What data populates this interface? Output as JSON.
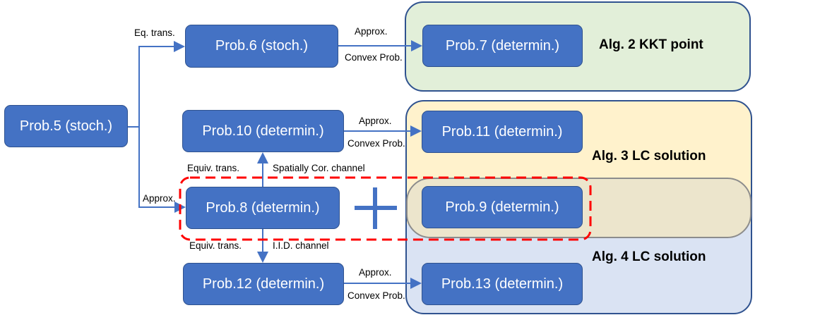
{
  "problems": {
    "p5": "Prob.5 (stoch.)",
    "p6": "Prob.6 (stoch.)",
    "p7": "Prob.7 (determin.)",
    "p8": "Prob.8 (determin.)",
    "p9": "Prob.9 (determin.)",
    "p10": "Prob.10 (determin.)",
    "p11": "Prob.11 (determin.)",
    "p12": "Prob.12 (determin.)",
    "p13": "Prob.13 (determin.)"
  },
  "edges": {
    "eq_trans": "Eq. trans.",
    "approx_5_8": "Approx.",
    "approx_6_7": "Approx.",
    "convex_6_7": "Convex Prob.",
    "approx_10_11": "Approx.",
    "convex_10_11": "Convex Prob.",
    "equiv_8_10": "Equiv. trans.",
    "spatial": "Spatially Cor. channel",
    "equiv_8_12": "Equiv. trans.",
    "iid": "I.I.D. channel",
    "approx_12_13": "Approx.",
    "convex_12_13": "Convex Prob."
  },
  "algorithms": {
    "alg2": "Alg. 2 KKT point",
    "alg3": "Alg. 3 LC solution",
    "alg4": "Alg. 4 LC solution"
  },
  "colors": {
    "box": "#4472c4",
    "green": "#e2efd9",
    "yellow": "#fff2cc",
    "blue": "#dae3f3",
    "overlap": "#ece5cc",
    "dashed": "#ff0000"
  }
}
